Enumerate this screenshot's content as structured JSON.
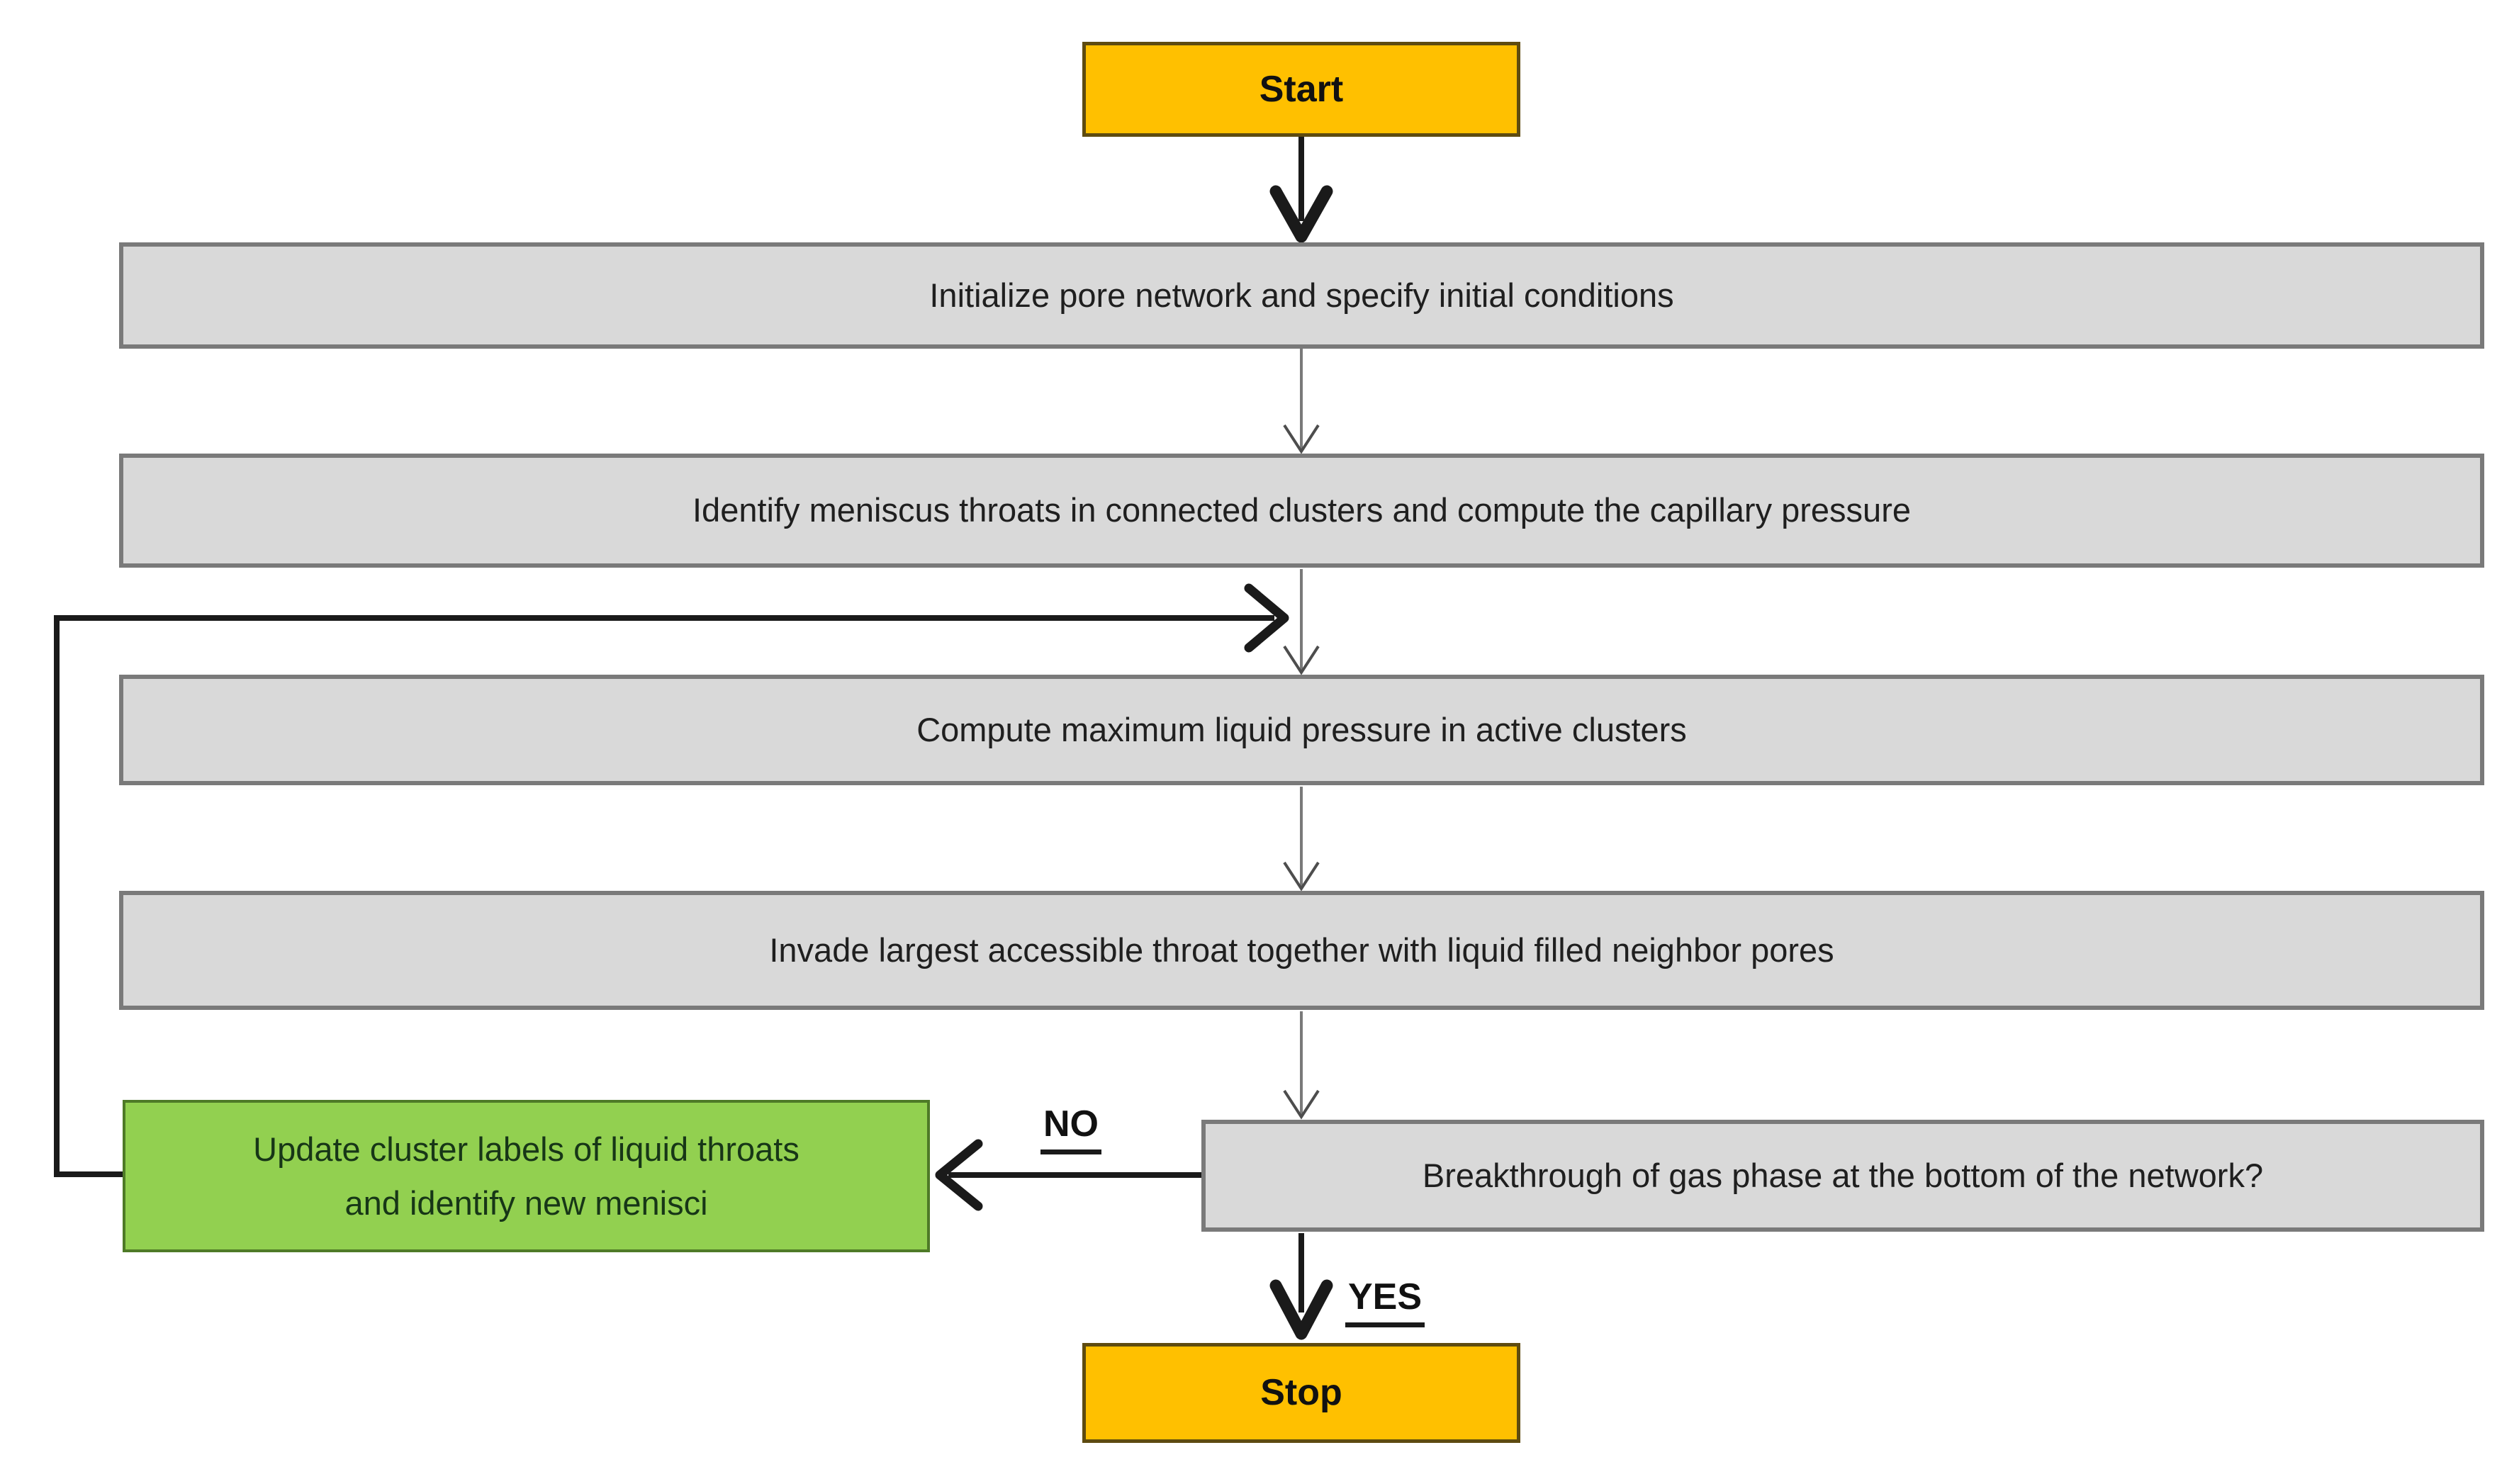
{
  "nodes": {
    "start": {
      "label": "Start"
    },
    "initialize": {
      "label": "Initialize pore network and specify initial conditions"
    },
    "identify": {
      "label": "Identify meniscus throats in connected clusters and compute the capillary pressure"
    },
    "compute": {
      "label": "Compute maximum liquid pressure in active clusters"
    },
    "invade": {
      "label": "Invade largest accessible throat together with liquid filled neighbor pores"
    },
    "breakthrough": {
      "label": "Breakthrough of gas phase at the bottom of the network?"
    },
    "update_clusters": {
      "line1": "Update cluster labels of liquid throats",
      "line2": "and identify new menisci"
    },
    "stop": {
      "label": "Stop"
    }
  },
  "edge_labels": {
    "no": "NO",
    "yes": "YES"
  },
  "colors": {
    "terminal_fill": "#FFC000",
    "terminal_border": "#5E4B10",
    "process_fill": "#D9D9D9",
    "process_border": "#7A7A7A",
    "loop_fill": "#92D050",
    "loop_border": "#4E7A27",
    "thick_line": "#1A1A1A",
    "thin_line": "#7A7A7A"
  }
}
